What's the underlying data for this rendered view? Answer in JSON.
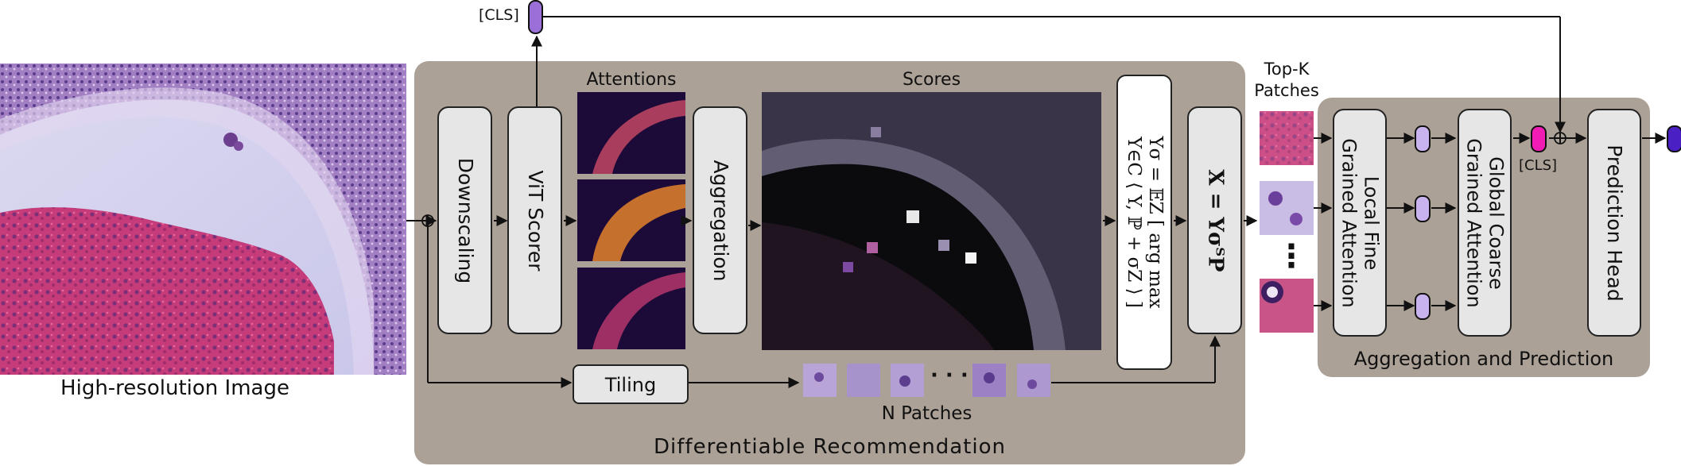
{
  "image_caption": "High-resolution Image",
  "cls_token_top": "[CLS]",
  "cls_token_right": "[CLS]",
  "blocks": {
    "downscaling": "Downscaling",
    "vit_scorer": "ViT Scorer",
    "aggregation": "Aggregation",
    "tiling": "Tiling",
    "attentions": "Attentions",
    "scores": "Scores",
    "topk_line1": "Top-K",
    "topk_line2": "Patches",
    "n_patches": "N Patches",
    "ellipsis": "· · ·",
    "vdots": "⋮",
    "local_line1": "Local Fine",
    "local_line2": "Grained Attention",
    "global_line1": "Global Coarse",
    "global_line2": "Grained Attention",
    "prediction_head": "Prediction Head"
  },
  "equations": {
    "perturbed_line1": "Yσ = 𝔼Z [ arg max",
    "perturbed_line2": "Y∈C ⟨ Y, ℙ + σZ ⟩ ]",
    "selection": "X = YσᵀP"
  },
  "panels": {
    "left": "Differentiable Recommendation",
    "right": "Aggregation and Prediction"
  },
  "colors": {
    "panel_bg": "#aca196",
    "box_fill": "#e6e6e6",
    "token_purple": "#9b6fd8",
    "token_light": "#c9b3ef",
    "token_magenta": "#f01cb4",
    "token_dark": "#4a1fc4"
  }
}
